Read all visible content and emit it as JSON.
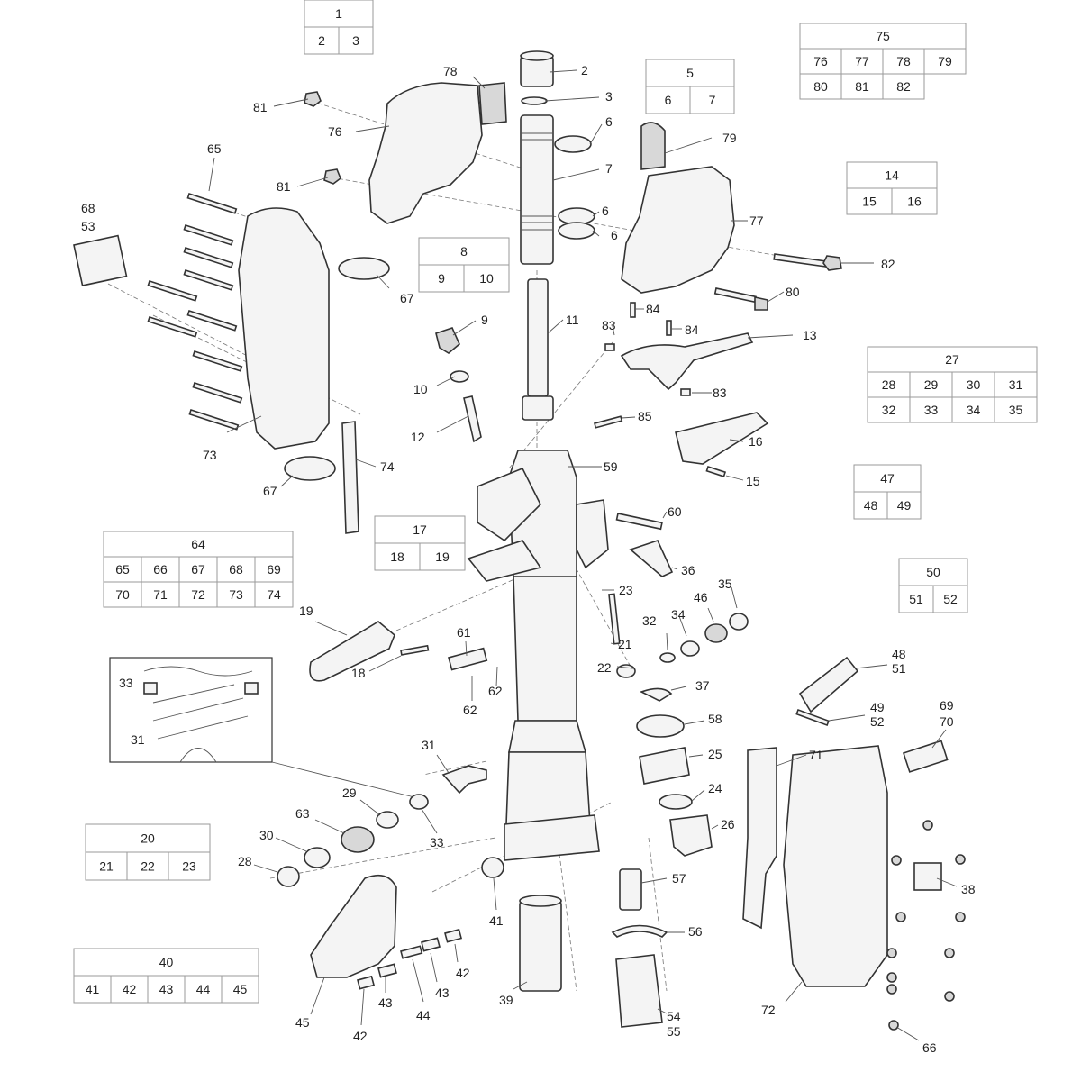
{
  "callouts": [
    "2",
    "3",
    "6",
    "7",
    "6",
    "6",
    "78",
    "76",
    "81",
    "81",
    "65",
    "68",
    "53",
    "67",
    "67",
    "73",
    "74",
    "9",
    "10",
    "12",
    "11",
    "83",
    "84",
    "84",
    "13",
    "83",
    "85",
    "16",
    "15",
    "79",
    "77",
    "82",
    "80",
    "59",
    "60",
    "36",
    "23",
    "21",
    "22",
    "35",
    "46",
    "34",
    "32",
    "37",
    "58",
    "25",
    "24",
    "26",
    "19",
    "18",
    "61",
    "62",
    "62",
    "31",
    "33",
    "31",
    "33",
    "29",
    "63",
    "30",
    "28",
    "41",
    "39",
    "57",
    "56",
    "54",
    "55",
    "42",
    "43",
    "44",
    "43",
    "42",
    "45",
    "48",
    "51",
    "49",
    "52",
    "69",
    "70",
    "71",
    "72",
    "66",
    "38"
  ],
  "kit_tables": [
    {
      "header": "1",
      "rows": [
        [
          "2",
          "3"
        ]
      ]
    },
    {
      "header": "75",
      "rows": [
        [
          "76",
          "77",
          "78",
          "79"
        ],
        [
          "80",
          "81",
          "82"
        ]
      ]
    },
    {
      "header": "5",
      "rows": [
        [
          "6",
          "7"
        ]
      ]
    },
    {
      "header": "14",
      "rows": [
        [
          "15",
          "16"
        ]
      ]
    },
    {
      "header": "8",
      "rows": [
        [
          "9",
          "10"
        ]
      ]
    },
    {
      "header": "27",
      "rows": [
        [
          "28",
          "29",
          "30",
          "31"
        ],
        [
          "32",
          "33",
          "34",
          "35"
        ]
      ]
    },
    {
      "header": "47",
      "rows": [
        [
          "48",
          "49"
        ]
      ]
    },
    {
      "header": "17",
      "rows": [
        [
          "18",
          "19"
        ]
      ]
    },
    {
      "header": "64",
      "rows": [
        [
          "65",
          "66",
          "67",
          "68",
          "69"
        ],
        [
          "70",
          "71",
          "72",
          "73",
          "74"
        ]
      ]
    },
    {
      "header": "50",
      "rows": [
        [
          "51",
          "52"
        ]
      ]
    },
    {
      "header": "20",
      "rows": [
        [
          "21",
          "22",
          "23"
        ]
      ]
    },
    {
      "header": "40",
      "rows": [
        [
          "41",
          "42",
          "43",
          "44",
          "45"
        ]
      ]
    }
  ]
}
